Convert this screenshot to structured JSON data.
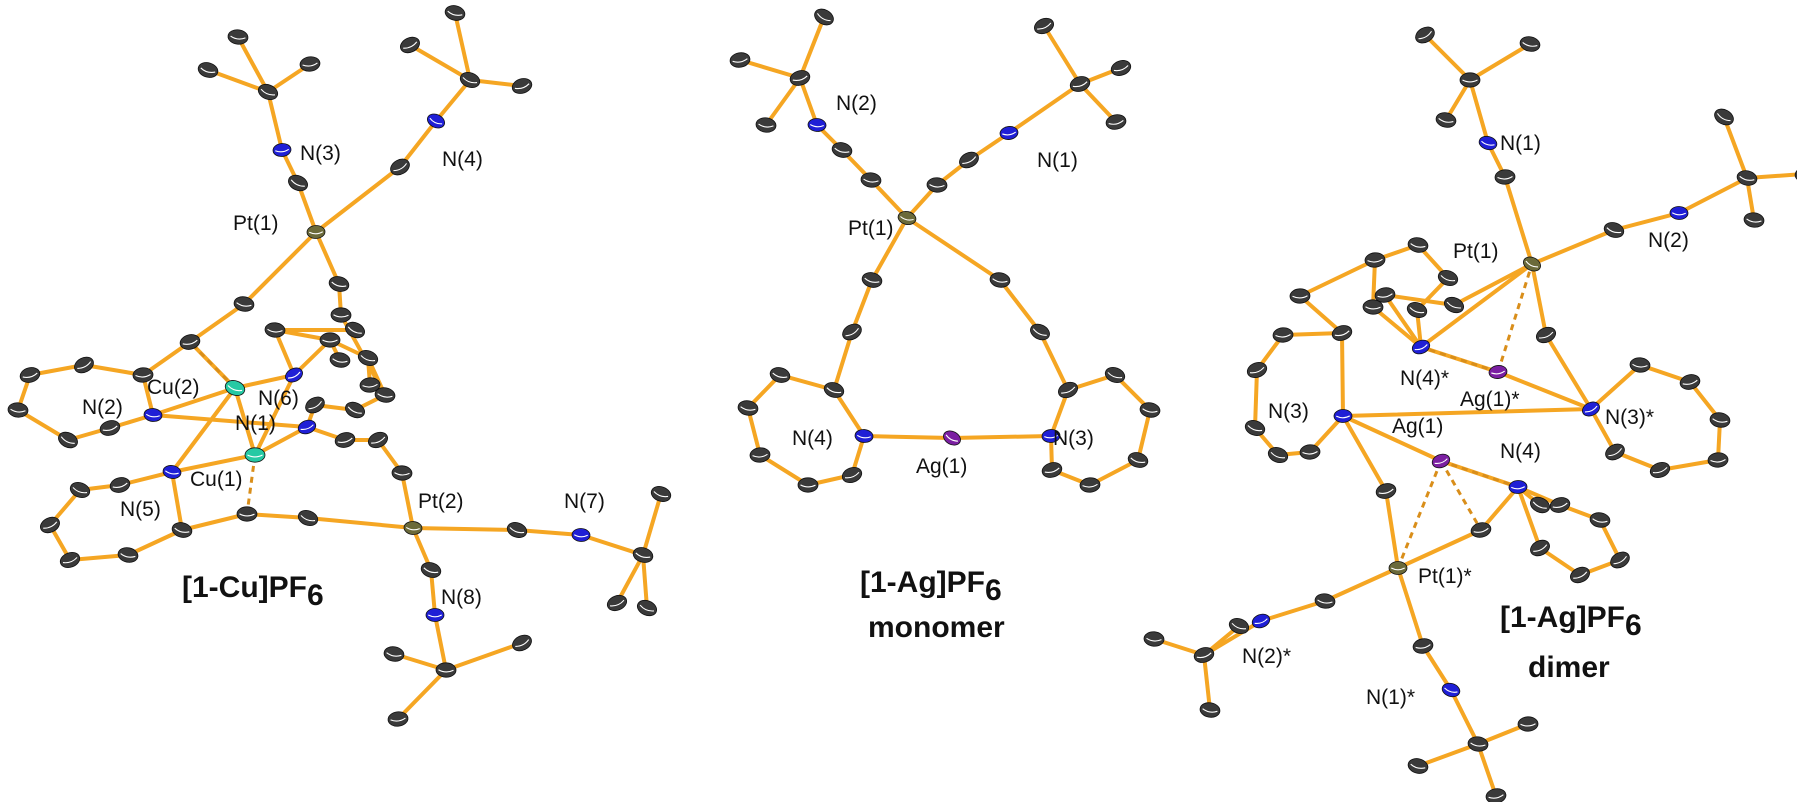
{
  "colors": {
    "bond": "#F5A623",
    "carbon": "#3a3a3a",
    "nitrogen": "#1f1fd6",
    "platinum": "#6b6a3a",
    "copper": "#26c9a4",
    "silver": "#7b1fa2"
  },
  "panels": {
    "cu": {
      "caption_main": "[1-Cu]PF",
      "caption_sub": "6",
      "labels": {
        "n3": "N(3)",
        "n4": "N(4)",
        "pt1": "Pt(1)",
        "n2": "N(2)",
        "cu2": "Cu(2)",
        "n6": "N(6)",
        "n1": "N(1)",
        "cu1": "Cu(1)",
        "n5": "N(5)",
        "pt2": "Pt(2)",
        "n7": "N(7)",
        "n8": "N(8)"
      }
    },
    "agmono": {
      "caption_line1": "[1-Ag]PF",
      "caption_sub": "6",
      "caption_line2": "monomer",
      "labels": {
        "n2": "N(2)",
        "n1": "N(1)",
        "pt1": "Pt(1)",
        "n4": "N(4)",
        "n3": "N(3)",
        "ag1": "Ag(1)"
      }
    },
    "agdimer": {
      "caption_line1": "[1-Ag]PF",
      "caption_sub": "6",
      "caption_line2": "dimer",
      "labels": {
        "n1": "N(1)",
        "n2": "N(2)",
        "pt1": "Pt(1)",
        "n4s": "N(4)*",
        "ag1s": "Ag(1)*",
        "n3": "N(3)",
        "ag1": "Ag(1)",
        "n4": "N(4)",
        "n3s": "N(3)*",
        "pt1s": "Pt(1)*",
        "n2s": "N(2)*",
        "n1s": "N(1)*"
      }
    }
  }
}
